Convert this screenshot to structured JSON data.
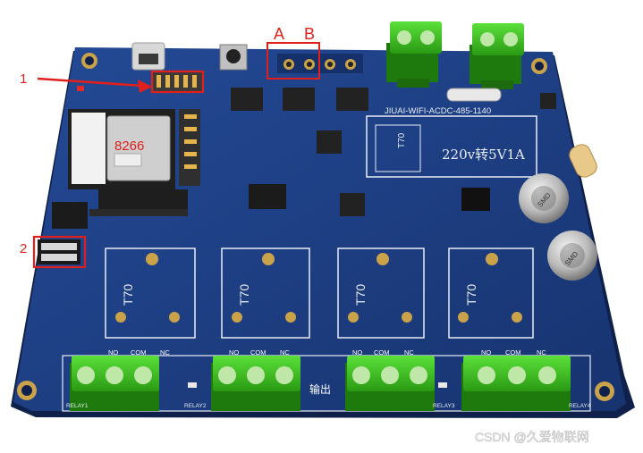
{
  "annotations": {
    "label_1": "1",
    "label_2": "2",
    "label_a": "A",
    "label_b": "B",
    "module_label": "8266"
  },
  "board": {
    "title": "JIUAI-WIFI-ACDC-485-1140",
    "power_label": "220v转5V1A",
    "output_label": "输出",
    "relay_part": "T70",
    "terminal_pins": [
      "NO",
      "COM",
      "NC"
    ],
    "relay_names": [
      "RELAY1",
      "RELAY2",
      "RELAY3",
      "RELAY4"
    ],
    "cap_text": "SMD"
  },
  "watermark": "CSDN @久爱物联网",
  "colors": {
    "board_blue": "#1d3d83",
    "terminal_green": "#3fc21f",
    "annotation_red": "#e0201c",
    "gold": "#c9a24a"
  }
}
